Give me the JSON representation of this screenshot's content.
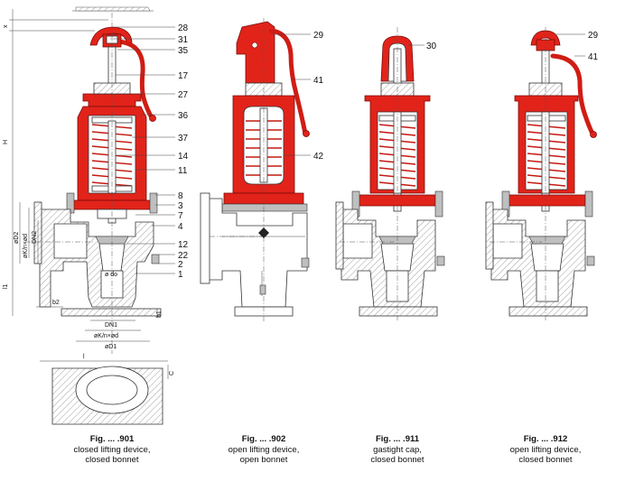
{
  "callouts": [
    "28",
    "31",
    "35",
    "17",
    "27",
    "36",
    "37",
    "14",
    "11",
    "8",
    "3",
    "7",
    "4",
    "12",
    "2",
    "22",
    "1",
    "29",
    "41",
    "42",
    "30",
    "29",
    "41"
  ],
  "dimensions": {
    "x": "x",
    "H": "H",
    "l1": "l1",
    "D2": "øD2",
    "Kd": "øK/n×ød",
    "DN2": "DN2",
    "do": "ø do",
    "b2": "b2",
    "b1": "b1",
    "DN1": "DN1",
    "Kd2": "øK/n×ød",
    "D1": "øD1",
    "l": "l",
    "C": "C"
  },
  "captions": [
    {
      "fig": "Fig. ... .901",
      "line1": "closed lifting device,",
      "line2": "closed bonnet"
    },
    {
      "fig": "Fig. ... .902",
      "line1": "open lifting device,",
      "line2": "open bonnet"
    },
    {
      "fig": "Fig. ... .911",
      "line1": "gastight cap,",
      "line2": "closed bonnet"
    },
    {
      "fig": "Fig. ... .912",
      "line1": "open lifting device,",
      "line2": "closed bonnet"
    }
  ],
  "colors": {
    "accent": "#e2231a",
    "line": "#222222",
    "hatch": "#555555"
  }
}
